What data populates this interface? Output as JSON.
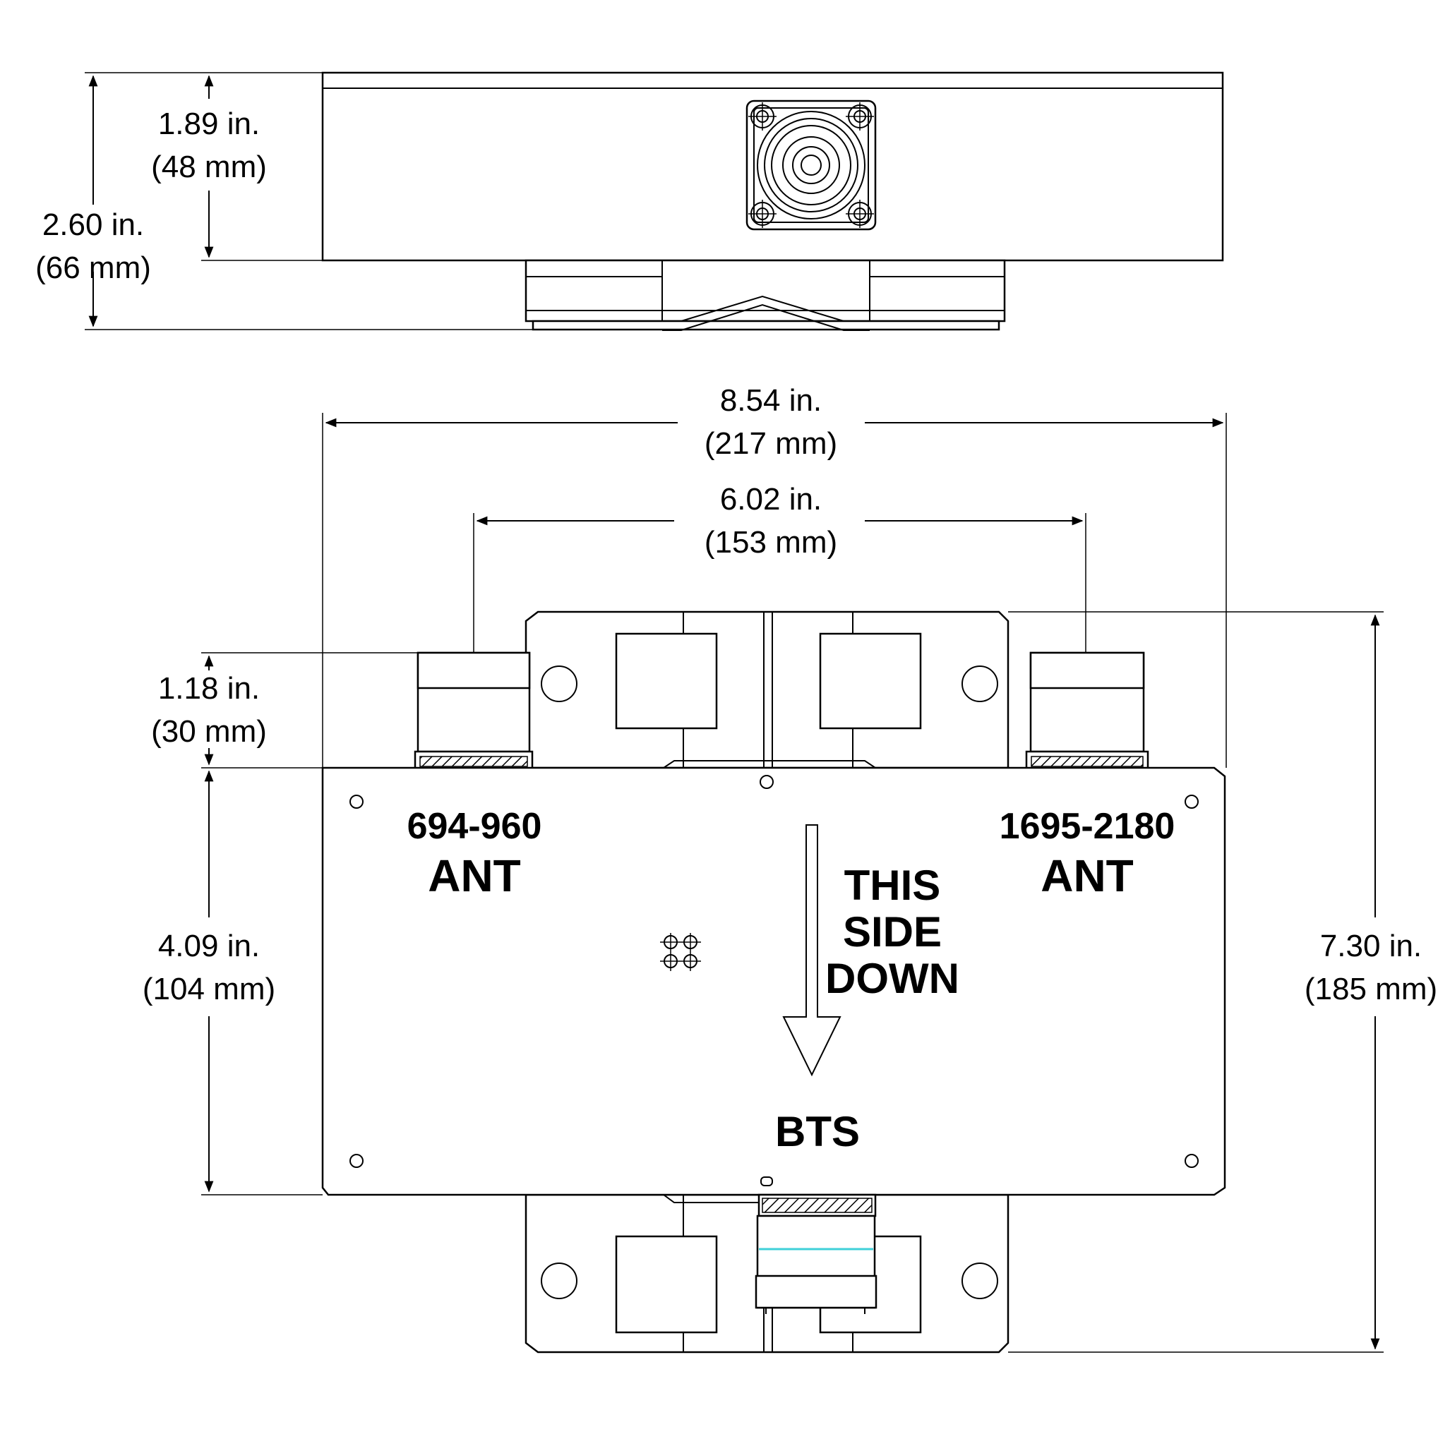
{
  "dimensions": {
    "total_height": {
      "inches": "2.60 in.",
      "mm": "(66 mm)"
    },
    "body_height": {
      "inches": "1.89 in.",
      "mm": "(48 mm)"
    },
    "overall_width": {
      "inches": "8.54 in.",
      "mm": "(217 mm)"
    },
    "connector_spacing": {
      "inches": "6.02 in.",
      "mm": "(153 mm)"
    },
    "connector_length": {
      "inches": "1.18 in.",
      "mm": "(30 mm)"
    },
    "body_length": {
      "inches": "4.09 in.",
      "mm": "(104 mm)"
    },
    "overall_length": {
      "inches": "7.30 in.",
      "mm": "(185 mm)"
    }
  },
  "labels": {
    "port_left_band": "694-960",
    "port_left_name": "ANT",
    "port_right_band": "1695-2180",
    "port_right_name": "ANT",
    "orientation_line1": "THIS",
    "orientation_line2": "SIDE",
    "orientation_line3": "DOWN",
    "port_bottom": "BTS"
  },
  "colors": {
    "line": "#000000",
    "accent": "#3fd0d8"
  }
}
